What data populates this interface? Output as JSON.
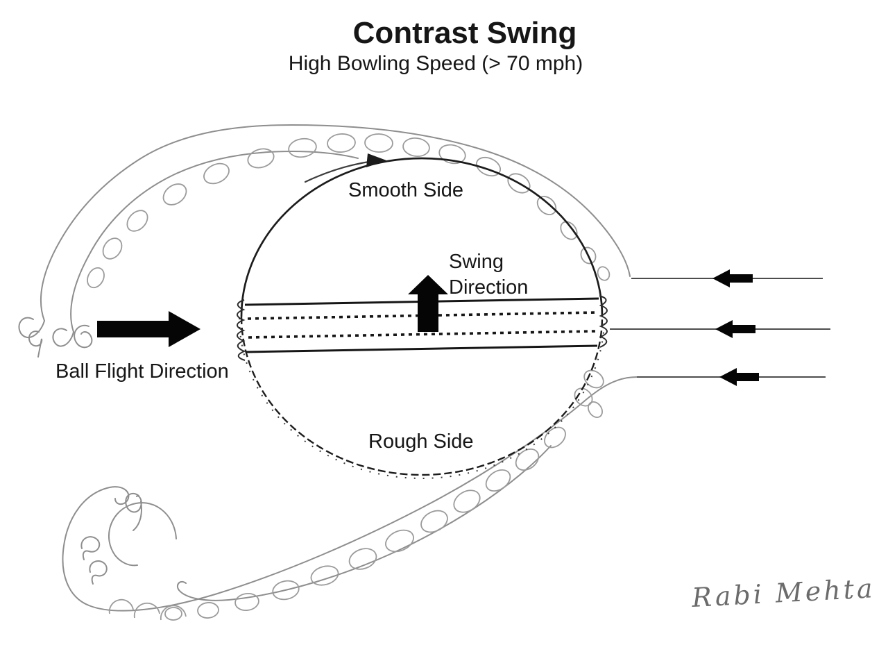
{
  "header": {
    "title": "Contrast Swing",
    "subtitle": "High Bowling Speed (> 70 mph)"
  },
  "ball": {
    "top_label": "Smooth Side",
    "bottom_label": "Rough Side"
  },
  "annotations": {
    "swing_label_line1": "Swing",
    "swing_label_line2": "Direction",
    "flight_label": "Ball Flight Direction"
  },
  "signature": "Rabi Mehta",
  "colors": {
    "ink": "#1c1c1c",
    "arrow": "#050505",
    "streamline": "#4d4d4d",
    "sketch": "#8e8e8e",
    "background": "#ffffff"
  }
}
